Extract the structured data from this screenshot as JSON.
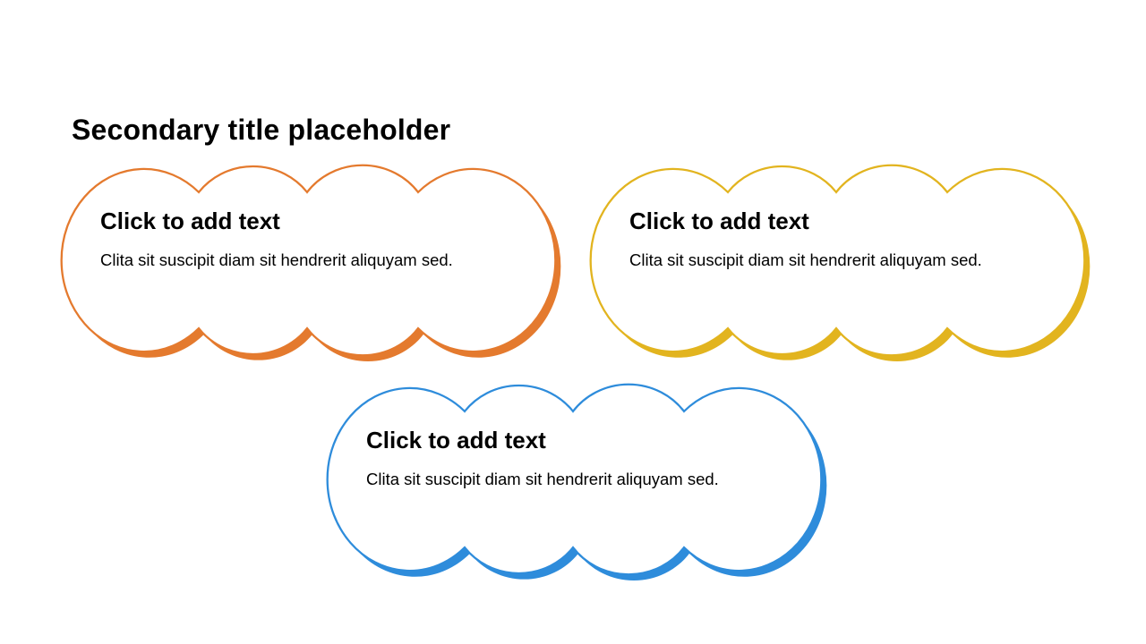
{
  "slide": {
    "background_color": "#FFFFFF",
    "title": "Secondary title placeholder",
    "title_color": "#000000",
    "text_color": "#000000",
    "cards": [
      {
        "name": "orange-cloud",
        "color": "#E47A2E",
        "heading": "Click to add text",
        "body": "Clita sit suscipit diam sit hendrerit aliquyam sed."
      },
      {
        "name": "gold-cloud",
        "color": "#E2B41F",
        "heading": "Click to add text",
        "body": "Clita sit suscipit diam sit hendrerit aliquyam sed."
      },
      {
        "name": "blue-cloud",
        "color": "#2E8CDB",
        "heading": "Click to add text",
        "body": "Clita sit suscipit diam sit hendrerit aliquyam sed."
      }
    ]
  }
}
